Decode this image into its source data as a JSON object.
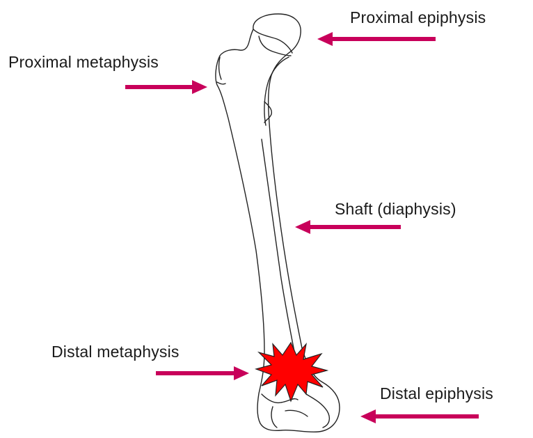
{
  "labels": {
    "proximal_epiphysis": "Proximal epiphysis",
    "proximal_metaphysis": "Proximal metaphysis",
    "shaft": "Shaft (diaphysis)",
    "distal_metaphysis": "Distal metaphysis",
    "distal_epiphysis": "Distal epiphysis"
  },
  "colors": {
    "arrow": "#c8005a",
    "fracture_fill": "#ff0000",
    "bone_outline": "#222222",
    "text": "#1a1a1a"
  }
}
